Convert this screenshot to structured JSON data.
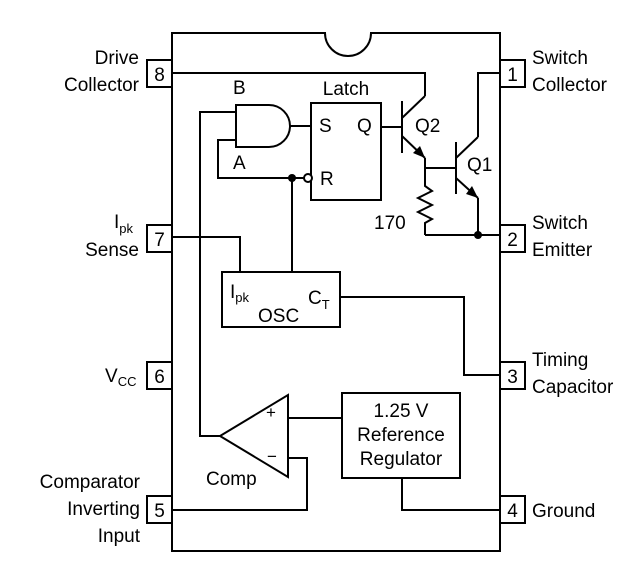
{
  "pins": [
    {
      "num": "8",
      "label1": "Drive",
      "label2": "Collector"
    },
    {
      "num": "7",
      "label1": "I",
      "label1_sub": "pk",
      "label2": "Sense"
    },
    {
      "num": "6",
      "label1": "V",
      "label1_sub": "CC"
    },
    {
      "num": "5",
      "label1": "Comparator",
      "label2": "Inverting",
      "label3": "Input"
    },
    {
      "num": "1",
      "label1": "Switch",
      "label2": "Collector"
    },
    {
      "num": "2",
      "label1": "Switch",
      "label2": "Emitter"
    },
    {
      "num": "3",
      "label1": "Timing",
      "label2": "Capacitor"
    },
    {
      "num": "4",
      "label1": "Ground"
    }
  ],
  "blocks": {
    "latch": {
      "title": "Latch",
      "set": "S",
      "reset": "R",
      "out": "Q"
    },
    "gate": {
      "in_b": "B",
      "in_a": "A"
    },
    "osc": {
      "ipk": "I",
      "ipk_sub": "pk",
      "name": "OSC",
      "ct": "C",
      "ct_sub": "T"
    },
    "reference": {
      "line1": "1.25 V",
      "line2": "Reference",
      "line3": "Regulator"
    },
    "comparator": {
      "name": "Comp",
      "plus": "+",
      "minus": "−"
    },
    "transistors": {
      "q1": "Q1",
      "q2": "Q2"
    },
    "resistor": {
      "value": "170"
    }
  }
}
